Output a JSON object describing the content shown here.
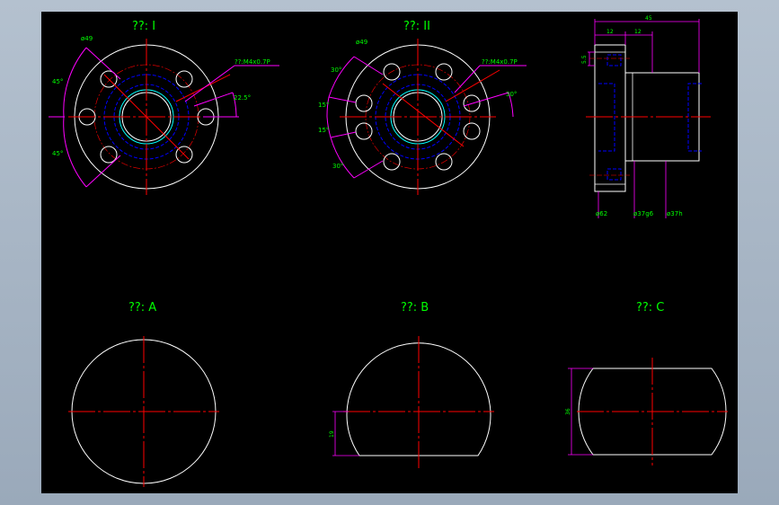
{
  "colors": {
    "background": "#000000",
    "outline": "#ffffff",
    "centerline": "#ff0000",
    "dimension": "#ff00ff",
    "hidden": "#0000ff",
    "text": "#00ff00",
    "bore": "#00ffff"
  },
  "views": {
    "type1": {
      "title": "??: I",
      "dia": "ø49",
      "thread": "??:M4x0.7P",
      "ang1": "45°",
      "ang2": "45°",
      "ang3": "22.5°"
    },
    "type2": {
      "title": "??: II",
      "dia": "ø49",
      "thread": "??:M4x0.7P",
      "a30a": "30°",
      "a15a": "15°",
      "a15b": "15°",
      "a30b": "30°",
      "a30c": "30°"
    },
    "side": {
      "dim_total": "45",
      "dim_a": "12",
      "dim_b": "12",
      "dim_flange": "5.5",
      "d1": "ø62",
      "d2": "ø37g6",
      "d3": "ø37h"
    },
    "viewA": {
      "title": "??: A"
    },
    "viewB": {
      "title": "??: B",
      "dim": "19"
    },
    "viewC": {
      "title": "??: C",
      "dim": "36"
    }
  }
}
